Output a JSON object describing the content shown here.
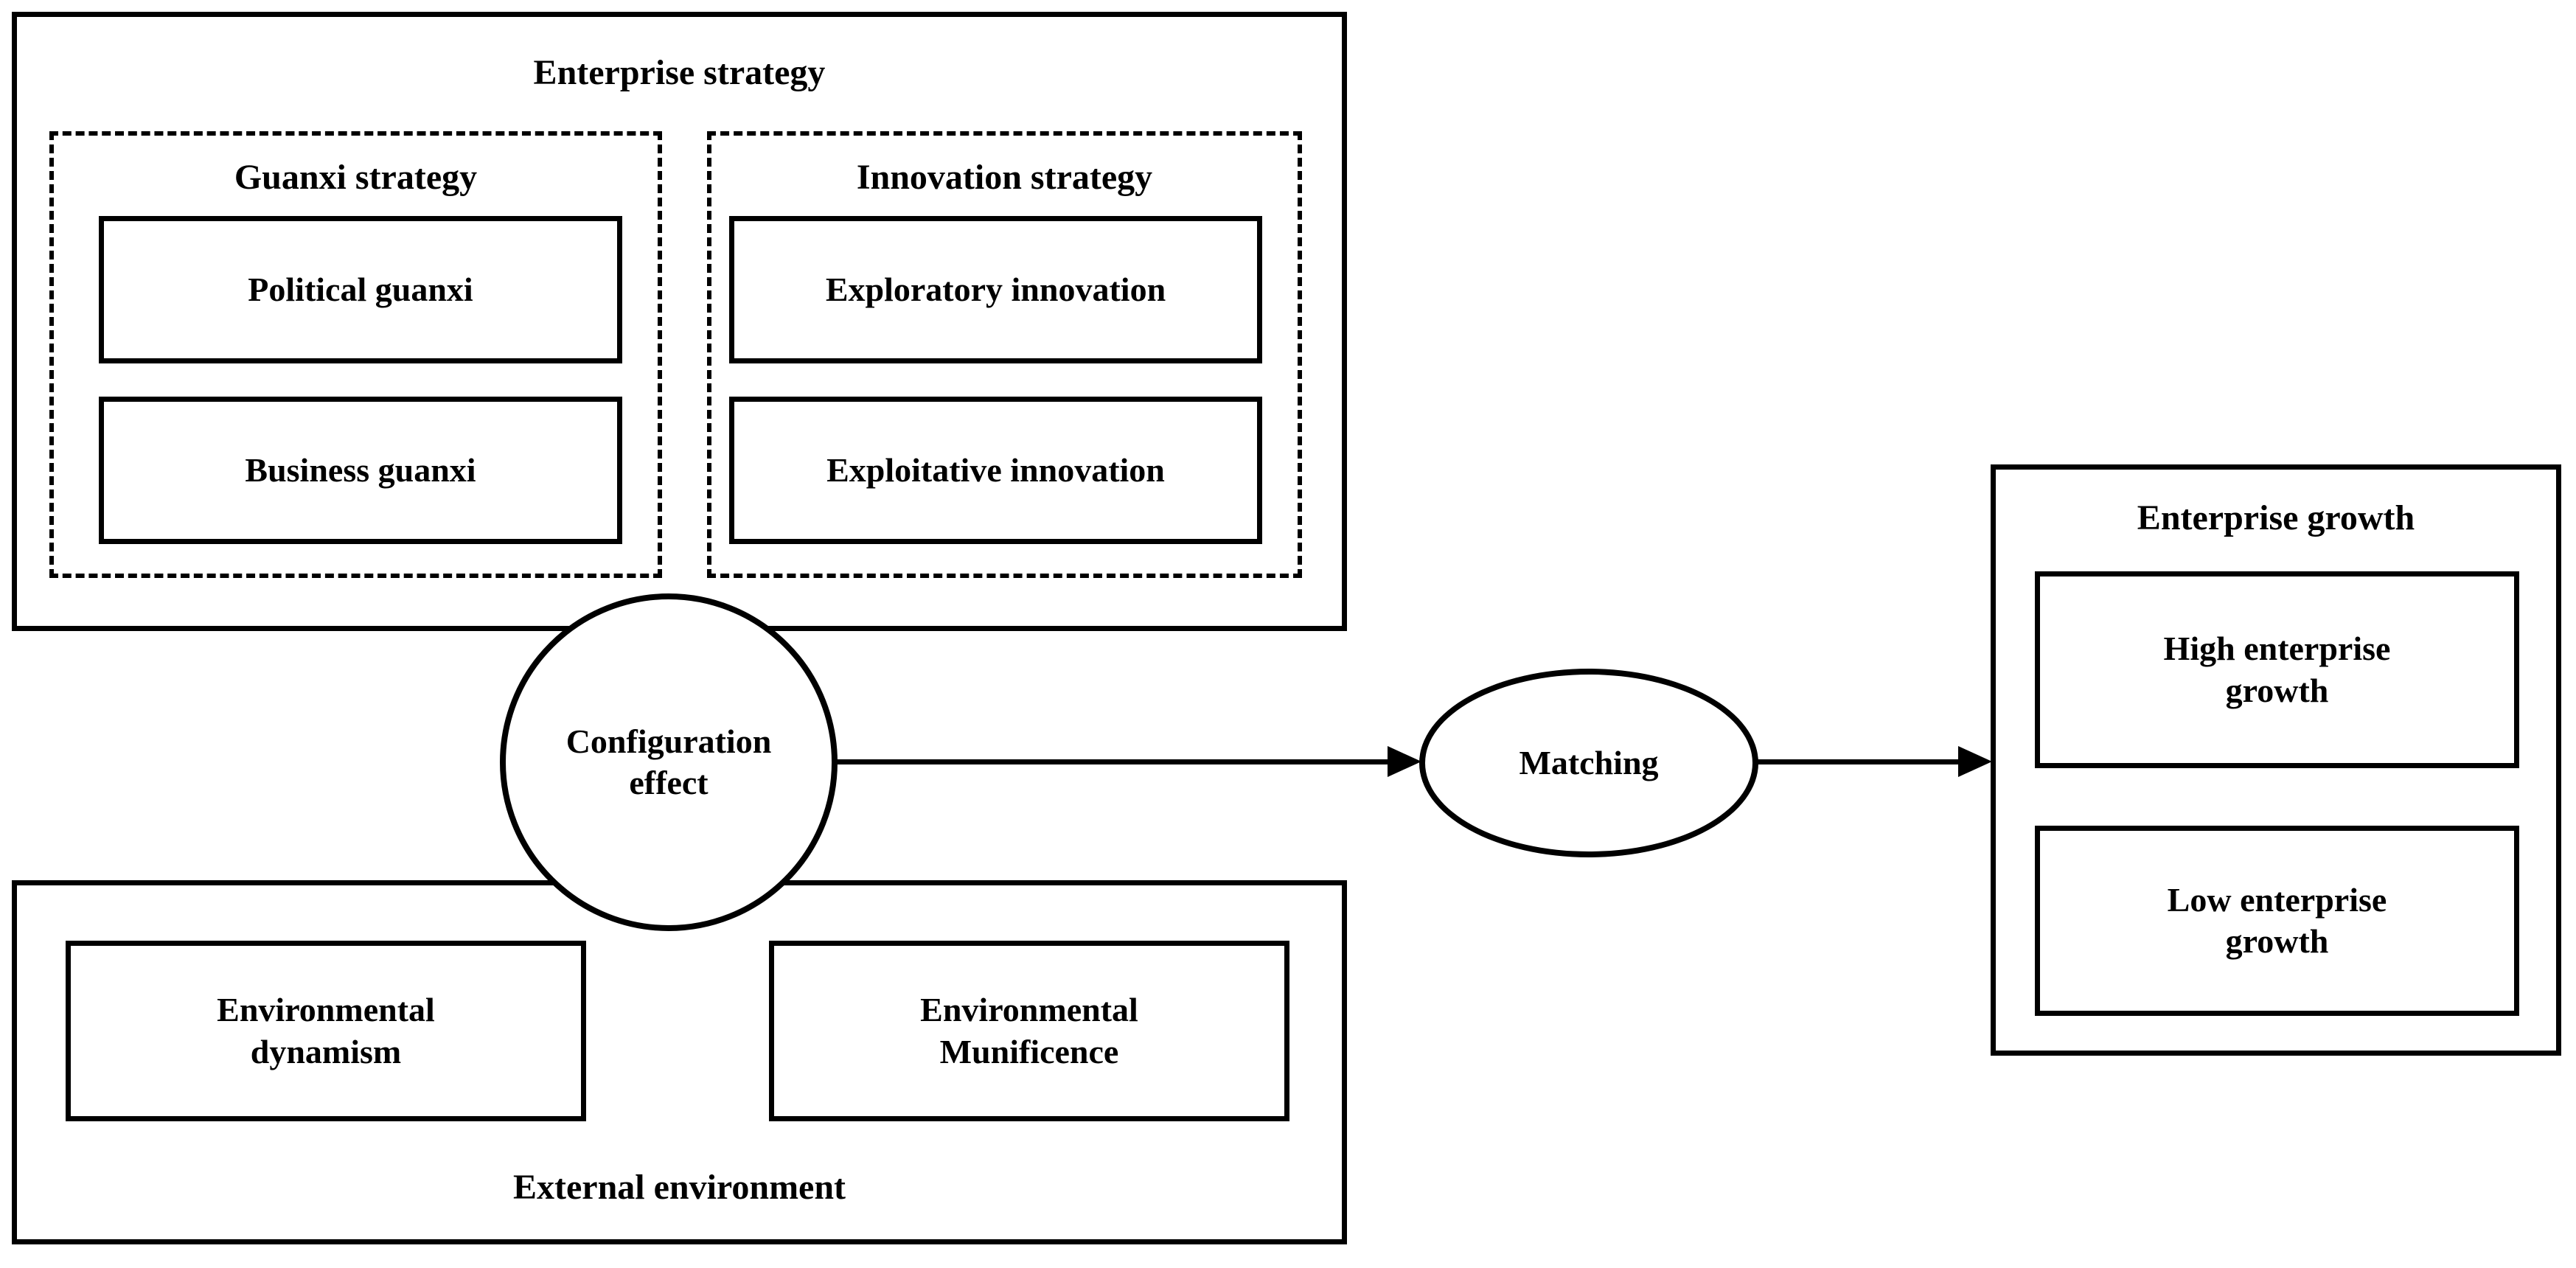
{
  "diagram": {
    "colors": {
      "stroke": "#000000",
      "background": "#ffffff"
    },
    "enterprise_strategy": {
      "title": "Enterprise strategy",
      "guanxi": {
        "title": "Guanxi strategy",
        "items": [
          "Political guanxi",
          "Business guanxi"
        ]
      },
      "innovation": {
        "title": "Innovation strategy",
        "items": [
          "Exploratory innovation",
          "Exploitative innovation"
        ]
      }
    },
    "external_environment": {
      "title": "External environment",
      "items": [
        "Environmental dynamism",
        "Environmental Munificence"
      ]
    },
    "mediators": {
      "configuration_effect": "Configuration effect",
      "matching": "Matching"
    },
    "enterprise_growth": {
      "title": "Enterprise growth",
      "items": [
        "High enterprise growth",
        "Low enterprise growth"
      ]
    }
  }
}
